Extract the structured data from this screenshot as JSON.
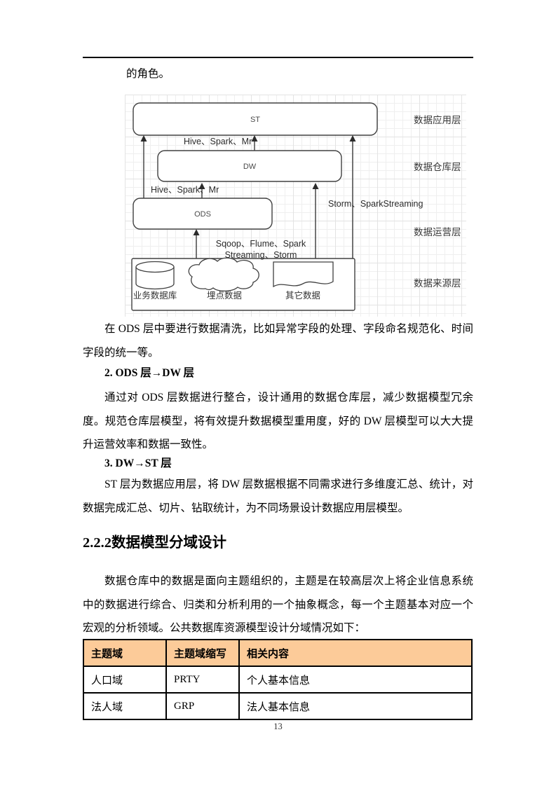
{
  "page": {
    "opening_line": "的角色。",
    "number": "13"
  },
  "diagram": {
    "boxes": {
      "st": "ST",
      "dw": "DW",
      "ods": "ODS"
    },
    "flow_labels": {
      "hive_spark_mr_top": "Hive、Spark、Mr",
      "hive_spark_mr_mid": "Hive、Spark、Mr",
      "storm_sparkstreaming": "Storm、SparkStreaming",
      "sqoop_line1": "Sqoop、Flume、Spark",
      "sqoop_line2": "Streaming、Storm"
    },
    "layer_labels": {
      "application": "数据应用层",
      "warehouse": "数据仓库层",
      "operation": "数据运营层",
      "source": "数据来源层"
    },
    "sources": {
      "business_db": "业务数据库",
      "tracking_data": "埋点数据",
      "other_data": "其它数据"
    }
  },
  "body": {
    "para1": "在 ODS 层中要进行数据清洗，比如异常字段的处理、字段命名规范化、时间字段的统一等。",
    "head2": "2. ODS 层→DW 层",
    "para2": "通过对 ODS 层数据进行整合，设计通用的数据仓库层，减少数据模型冗余度。规范仓库层模型，将有效提升数据模型重用度，好的 DW 层模型可以大大提升运营效率和数据一致性。",
    "head3": "3. DW→ST 层",
    "para3": "ST 层为数据应用层，将 DW 层数据根据不同需求进行多维度汇总、统计，对数据完成汇总、切片、钻取统计，为不同场景设计数据应用层模型。",
    "section_title": "2.2.2数据模型分域设计",
    "para4": "数据仓库中的数据是面向主题组织的，主题是在较高层次上将企业信息系统中的数据进行综合、归类和分析利用的一个抽象概念，每一个主题基本对应一个宏观的分析领域。公共数据库资源模型设计分域情况如下："
  },
  "table": {
    "header_bg": "#FCCB99",
    "headers": [
      "主题域",
      "主题域缩写",
      "相关内容"
    ],
    "rows": [
      [
        "人口域",
        "PRTY",
        "个人基本信息"
      ],
      [
        "法人域",
        "GRP",
        "法人基本信息"
      ]
    ]
  }
}
